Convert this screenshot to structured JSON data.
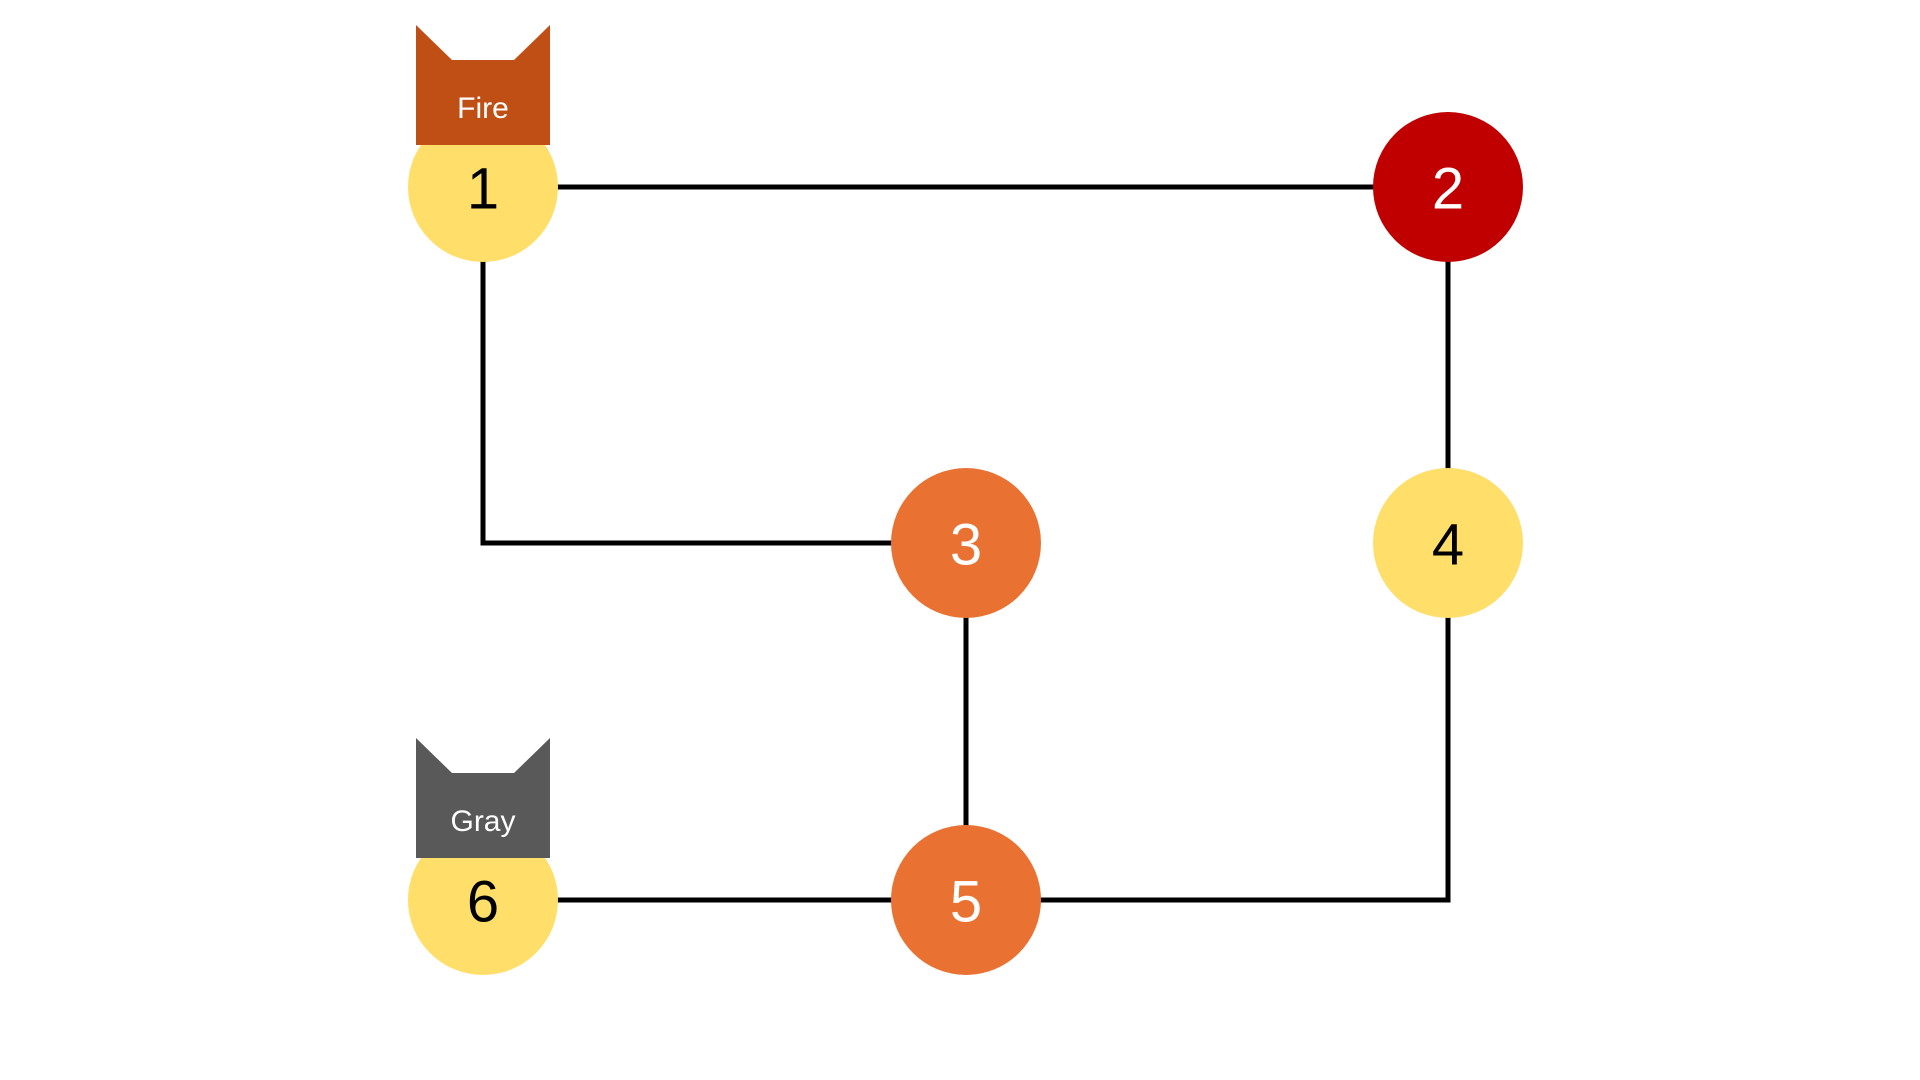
{
  "colors": {
    "yellow": "#FFDE6A",
    "red": "#C00000",
    "orange": "#E97232",
    "edge": "#000000",
    "cat_fire": "#C04F15",
    "cat_gray": "#595959"
  },
  "nodes": [
    {
      "id": "1",
      "label": "1",
      "fill": "#FFDE6A",
      "text_color": "#000000"
    },
    {
      "id": "2",
      "label": "2",
      "fill": "#C00000",
      "text_color": "#FFFFFF"
    },
    {
      "id": "3",
      "label": "3",
      "fill": "#E97232",
      "text_color": "#FFFFFF"
    },
    {
      "id": "4",
      "label": "4",
      "fill": "#FFDE6A",
      "text_color": "#000000"
    },
    {
      "id": "5",
      "label": "5",
      "fill": "#E97232",
      "text_color": "#FFFFFF"
    },
    {
      "id": "6",
      "label": "6",
      "fill": "#FFDE6A",
      "text_color": "#000000"
    }
  ],
  "edges": [
    {
      "from": "1",
      "to": "2"
    },
    {
      "from": "1",
      "to": "3"
    },
    {
      "from": "2",
      "to": "4"
    },
    {
      "from": "3",
      "to": "5"
    },
    {
      "from": "4",
      "to": "5"
    },
    {
      "from": "5",
      "to": "6"
    }
  ],
  "cats": [
    {
      "name": "Fire",
      "color": "#C04F15",
      "on_node": "1"
    },
    {
      "name": "Gray",
      "color": "#595959",
      "on_node": "6"
    }
  ]
}
